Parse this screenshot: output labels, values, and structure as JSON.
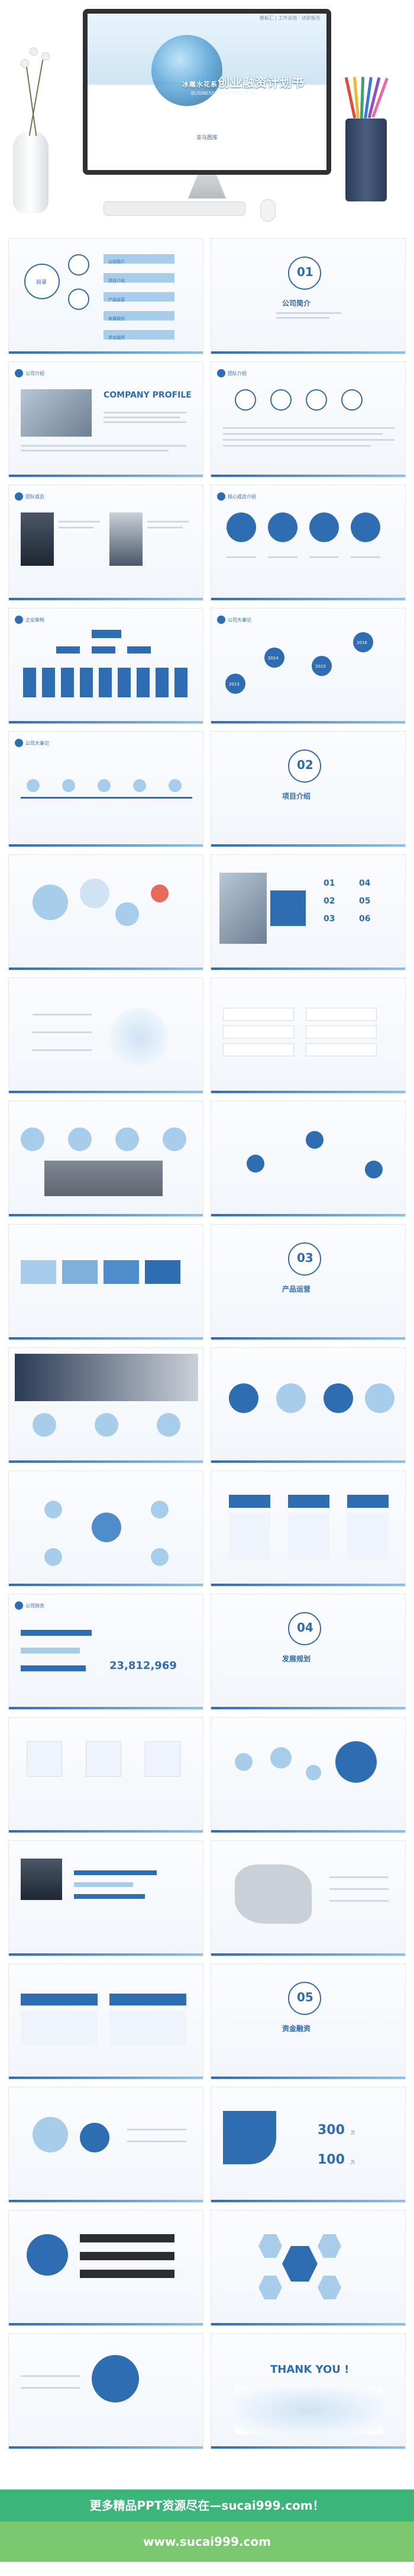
{
  "hero": {
    "top_bar": "模板汇 | 工作总结 · 述职报告",
    "title_prefix": "冰雕水花系",
    "title": "创业融资计划书",
    "subtitle": "BUSINESS FINANCING PLAN",
    "author": "亚马图库"
  },
  "toc": {
    "items": [
      "公司简介",
      "项目介绍",
      "产品运营",
      "发展规划",
      "资金融资"
    ]
  },
  "sections": [
    {
      "num": "01",
      "title": "公司简介"
    },
    {
      "num": "02",
      "title": "项目介绍"
    },
    {
      "num": "03",
      "title": "产品运营"
    },
    {
      "num": "04",
      "title": "发展规划"
    },
    {
      "num": "05",
      "title": "资金融资"
    }
  ],
  "slides": {
    "company_profile": {
      "heading": "公司介绍",
      "big": "COMPANY PROFILE"
    },
    "team": {
      "heading": "团队介绍"
    },
    "leaders": {
      "heading": "团队成员"
    },
    "core_team": {
      "heading": "核心成员介绍"
    },
    "org": {
      "heading": "企业架构"
    },
    "history": {
      "heading": "公司大事记",
      "years": [
        "2013",
        "2014",
        "2015",
        "2016"
      ]
    },
    "finance": {
      "heading": "公司财务",
      "big_value": "23,812,969"
    },
    "thanks": "THANK YOU !"
  },
  "funding": {
    "value1": "300",
    "value2": "100",
    "unit": "万"
  },
  "footer": {
    "line1": "更多精品PPT资源尽在—sucai999.com！",
    "line2": "www.sucai999.com"
  }
}
